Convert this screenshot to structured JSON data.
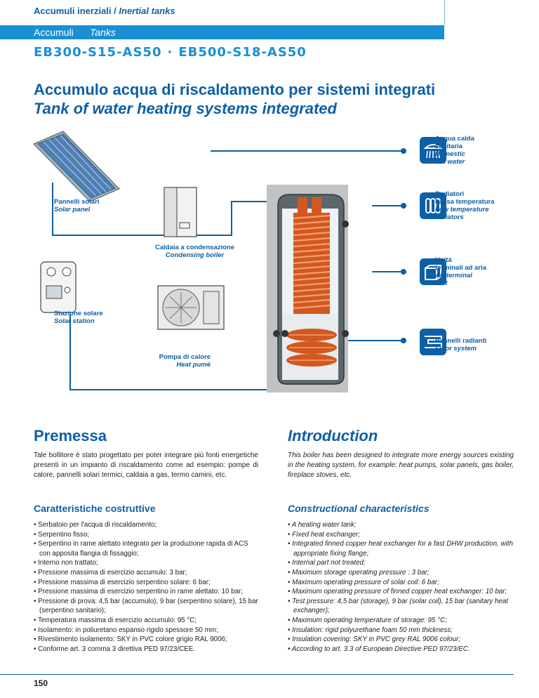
{
  "header": {
    "crumb_it": "Accumuli inerziali /",
    "crumb_en": "Inertial tanks",
    "band_it": "Accumuli",
    "band_en": "Tanks",
    "model_1": "EB300-S15-AS50",
    "model_sep": "·",
    "model_2": "EB500-S18-AS50"
  },
  "title": {
    "it": "Accumulo acqua di riscaldamento per sistemi integrati",
    "en": "Tank of water heating systems integrated"
  },
  "diagram": {
    "solar_panel": {
      "it": "Pannelli solari",
      "en": "Solar panel"
    },
    "condensing_boiler": {
      "it": "Caldaia a condensazione",
      "en": "Condensing boiler"
    },
    "solar_station": {
      "it": "Stazione solare",
      "en": "Solar station"
    },
    "heat_pump": {
      "it": "Pompa di calore",
      "en": "Heat pumé"
    },
    "hot_water": {
      "it1": "Acqua calda",
      "it2": "sanitaria",
      "en1": "Domestic",
      "en2": "hot water"
    },
    "radiators": {
      "it1": "Radiatori",
      "it2": "bassa temperatura",
      "en1": "Low temperature",
      "en2": "radiators"
    },
    "air_unit": {
      "it1": "Unità",
      "it2": "terminali ad aria",
      "en1": "Air terminal",
      "en2": "unit"
    },
    "floor": {
      "it": "Pannelli radianti",
      "en": "Floor system"
    }
  },
  "premessa": {
    "title_it": "Premessa",
    "title_en": "Introduction",
    "text_it": "Tale bollitore è stato progettato per poter integrare più fonti energetiche presenti in un impianto di riscaldamento come ad esempio: pompe di calore, pannelli solari termici, caldaia a gas, termo camini, etc.",
    "text_en": "This boiler has been designed to integrate more energy sources existing in the heating system, for example: heat pumps, solar panels, gas boiler, fireplace stoves, etc."
  },
  "features": {
    "title_it": "Caratteristiche costruttive",
    "title_en": "Constructional characteristics",
    "items_it": [
      "Serbatoio per l'acqua di riscaldamento;",
      "Serpentino fisso;",
      "Serpentino in rame alettato integrato per la produzione rapida di ACS con apposita flangia di fissaggio;",
      "Interno non trattato;",
      "Pressione massima di esercizio accumulo: 3 bar;",
      "Pressione massima di esercizio serpentino solare: 6 bar;",
      "Pressione massima di esercizio serpentino in rame alettato: 10 bar;",
      "Pressione di prova: 4,5 bar (accumulo), 9 bar (serpentino solare), 15 bar (serpentino sanitario);",
      "Temperatura massima di esercizio accumulo: 95 °C;",
      "Isolamento: in poliuretano espanso rigido spessore 50 mm;",
      "Rivestimento isolamento: SKY in PVC colore grigio RAL 9006;",
      "Conforme art. 3 comma 3 direttiva PED 97/23/CEE."
    ],
    "items_en": [
      "A heating water tank;",
      "Fixed heat exchanger;",
      "Integrated finned copper heat exchanger for a fast DHW production, with appropriate fixing flange;",
      "Internal part not treated;",
      "Maximum storage operating pressure : 3 bar;",
      "Maximum operating pressure of solar coil: 6 bar;",
      "Maximum operating pressure of finned copper heat exchanger: 10 bar;",
      "Test pressure: 4,5 bar (storage), 9 bar (solar coil), 15 bar (sanitary heat exchanger);",
      "Maximum operating temperature of storage: 95 °C;",
      "Insulation: rigid polyurethane foam 50 mm thickness;",
      "Insulation covering: SKY in PVC grey RAL 9006 colour;",
      "According to art. 3.3 of European Directive PED 97/23/EC."
    ]
  },
  "footer": {
    "page": "150"
  }
}
